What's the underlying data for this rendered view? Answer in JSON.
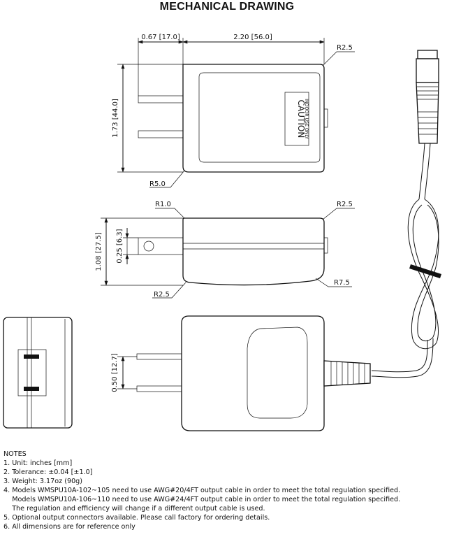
{
  "title": "MECHANICAL DRAWING",
  "top_view": {
    "dim_prong_length": "0.67 [17.0]",
    "dim_body_length": "2.20 [56.0]",
    "dim_height": "1.73 [44.0]",
    "radius_top_right": "R2.5",
    "radius_bottom_left": "R5.0",
    "caution_label": "CAUTION",
    "indoor_label": "INDOOR USE ONLY"
  },
  "side_view": {
    "radius_top_left": "R1.0",
    "radius_top_right": "R2.5",
    "radius_bottom_left": "R2.5",
    "radius_bottom_right": "R7.5",
    "dim_height": "1.08 [27.5]",
    "dim_prong": "0.25 [6.3]"
  },
  "bottom_view": {
    "dim_prong_spacing": "0.50 [12.7]"
  },
  "notes": {
    "heading": "NOTES",
    "lines": [
      "1. Unit: inches [mm]",
      "2. Tolerance: ±0.04 [±1.0]",
      "3. Weight: 3.17oz (90g)",
      "4. Models WMSPU10A-102~105 need to use AWG#20/4FT output cable in order to meet the total regulation specified.",
      "    Models WMSPU10A-106~110 need to use AWG#24/4FT output cable in order to meet the total regulation specified.",
      "    The regulation and efficiency will change if a different output cable is used.",
      "5. Optional output connectors available. Please call factory for ordering details.",
      "6. All dimensions are for reference only"
    ]
  }
}
